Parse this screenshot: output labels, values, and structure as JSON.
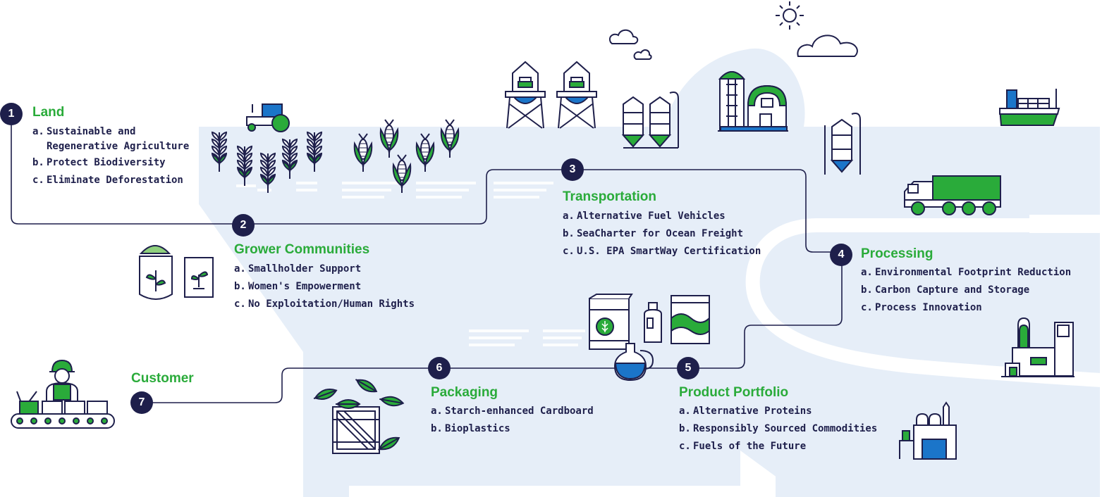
{
  "stages": [
    {
      "number": "1",
      "title": "Land",
      "items": [
        {
          "letter": "a.",
          "lines": [
            "Sustainable and",
            "Regenerative Agriculture"
          ]
        },
        {
          "letter": "b.",
          "lines": [
            "Protect Biodiversity"
          ]
        },
        {
          "letter": "c.",
          "lines": [
            "Eliminate Deforestation"
          ]
        }
      ]
    },
    {
      "number": "2",
      "title": "Grower Communities",
      "items": [
        {
          "letter": "a.",
          "lines": [
            "Smallholder Support"
          ]
        },
        {
          "letter": "b.",
          "lines": [
            "Women's Empowerment"
          ]
        },
        {
          "letter": "c.",
          "lines": [
            "No Exploitation/Human Rights"
          ]
        }
      ]
    },
    {
      "number": "3",
      "title": "Transportation",
      "items": [
        {
          "letter": "a.",
          "lines": [
            "Alternative Fuel Vehicles"
          ]
        },
        {
          "letter": "b.",
          "lines": [
            "SeaCharter for Ocean Freight"
          ]
        },
        {
          "letter": "c.",
          "lines": [
            "U.S. EPA SmartWay Certification"
          ]
        }
      ]
    },
    {
      "number": "4",
      "title": "Processing",
      "items": [
        {
          "letter": "a.",
          "lines": [
            "Environmental Footprint Reduction"
          ]
        },
        {
          "letter": "b.",
          "lines": [
            "Carbon Capture and Storage"
          ]
        },
        {
          "letter": "c.",
          "lines": [
            "Process Innovation"
          ]
        }
      ]
    },
    {
      "number": "5",
      "title": "Product Portfolio",
      "items": [
        {
          "letter": "a.",
          "lines": [
            "Alternative Proteins"
          ]
        },
        {
          "letter": "b.",
          "lines": [
            "Responsibly Sourced Commodities"
          ]
        },
        {
          "letter": "c.",
          "lines": [
            "Fuels of the Future"
          ]
        }
      ]
    },
    {
      "number": "6",
      "title": "Packaging",
      "items": [
        {
          "letter": "a.",
          "lines": [
            "Starch-enhanced Cardboard"
          ]
        },
        {
          "letter": "b.",
          "lines": [
            "Bioplastics"
          ]
        }
      ]
    },
    {
      "number": "7",
      "title": "Customer",
      "items": []
    }
  ],
  "colors": {
    "navy": "#1e1f4b",
    "green": "#2aab3a",
    "blue": "#1b75c9",
    "light_blue": "#e6eef8"
  },
  "icons": [
    "tractor-icon",
    "wheat-icon",
    "corn-icon",
    "water-tower-icon",
    "silo-icon",
    "barn-icon",
    "sun-icon",
    "cloud-icon",
    "cargo-ship-icon",
    "truck-icon",
    "grain-sack-icon",
    "seed-bag-icon",
    "feed-bag-icon",
    "bottle-icon",
    "carton-icon",
    "oil-flask-icon",
    "factory-icon",
    "refinery-icon",
    "crate-icon",
    "leaf-icon",
    "worker-icon",
    "conveyor-icon"
  ]
}
